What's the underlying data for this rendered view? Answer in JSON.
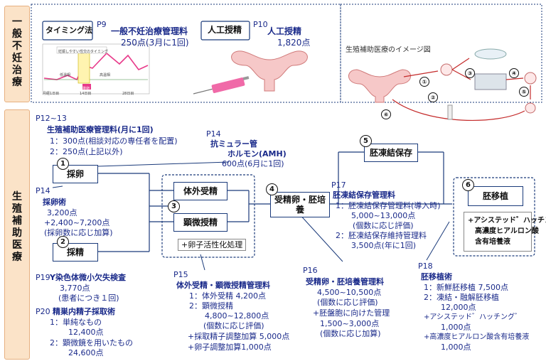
{
  "side_labels": {
    "general": "一般不妊治療",
    "assisted": "生殖補助医療"
  },
  "top": {
    "timing": {
      "label": "タイミング法",
      "page": "P9",
      "fee_name": "一般不妊治療管理料",
      "fee": "250点(3月に1回)"
    },
    "chart_note": "妊娠しやすい性交のタイミング",
    "chart_labels": [
      "低温相",
      "高温相",
      "排卵"
    ],
    "chart_days": [
      "月経1日目",
      "14日目",
      "28日目"
    ],
    "insemination": {
      "label": "人工授精",
      "page": "P10",
      "fee_name": "人工授精",
      "fee": "1,820点"
    },
    "image_title": "生殖補助医療のイメージ図",
    "image_steps": [
      "①",
      "②",
      "③",
      "④",
      "⑤",
      "⑥"
    ]
  },
  "mgmt": {
    "page": "P12~13",
    "title": "生殖補助医療管理料(月に1回)",
    "items": [
      "1：300点(相談対応の専任者を配置)",
      "2：250点(上記以外)"
    ]
  },
  "amh": {
    "page": "P14",
    "line1": "抗ミュラー管",
    "line2": "ホルモン(AMH)",
    "fee": "600点(6月に1回)"
  },
  "egg": {
    "num": "1",
    "label": "採卵",
    "page": "P14",
    "title": "採卵術",
    "lines": [
      "3,200点",
      "+2,400~7,200点",
      "(採卵数に応じ加算)"
    ]
  },
  "sperm": {
    "num": "2",
    "label": "採精"
  },
  "ivf": {
    "label": "体外受精"
  },
  "icsi": {
    "num": "3",
    "label": "顕微授精"
  },
  "oocyte": {
    "label": "+卵子活性化処理"
  },
  "culture": {
    "num": "4",
    "label": "受精卵・胚培養"
  },
  "freeze": {
    "num": "5",
    "label": "胚凍結保存"
  },
  "transfer": {
    "num": "6",
    "label": "胚移植",
    "addon": "+アシステッド゛ハッチング゛",
    "addon2": "高濃度ヒアルロン酸",
    "addon3": "含有培養液"
  },
  "p17": {
    "page": "P17",
    "title": "胚凍結保存管理料",
    "lines": [
      "1：胚凍結保存管理料(導入時)",
      "5,000~13,000点",
      "(個数に応じ評価)",
      "2：胚凍結保存維持管理料",
      "3,500点(年に1回)"
    ]
  },
  "p19": {
    "page": "P19",
    "title": "Y染色体微小欠失検査",
    "lines": [
      "3,770点",
      "(患者につき１回)"
    ]
  },
  "p20": {
    "page": "P20",
    "title": "精巣内精子採取術",
    "lines": [
      "1：単純なもの",
      "12,400点",
      "2：顕微鏡を用いたもの",
      "24,600点"
    ]
  },
  "p15": {
    "page": "P15",
    "title": "体外受精・顕微授精管理料",
    "lines": [
      "1：体外受精 4,200点",
      "2：顕微授精",
      "4,800~12,800点",
      "(個数に応じ評価)",
      "+採取精子調整加算 5,000点",
      "+卵子調整加算1,000点"
    ]
  },
  "p16": {
    "page": "P16",
    "title": "受精卵・胚培養管理料",
    "lines": [
      "4,500~10,500点",
      "(個数に応じ評価)",
      "+胚盤胞に向けた管理",
      "1,500~3,000点",
      "(個数に応じ加算)"
    ]
  },
  "p18": {
    "page": "P18",
    "title": "胚移植術",
    "lines": [
      "1：新鮮胚移植 7,500点",
      "2：凍結・融解胚移植",
      "12,000点",
      "+アシステッド゛ハッチング゛",
      "1,000点",
      "+高濃度ヒアルロン酸含有培養液",
      "1,000点"
    ]
  },
  "colors": {
    "navy": "#1a3a7a",
    "side_bg": "#fbe3c8",
    "pink": "#e83a8a"
  }
}
